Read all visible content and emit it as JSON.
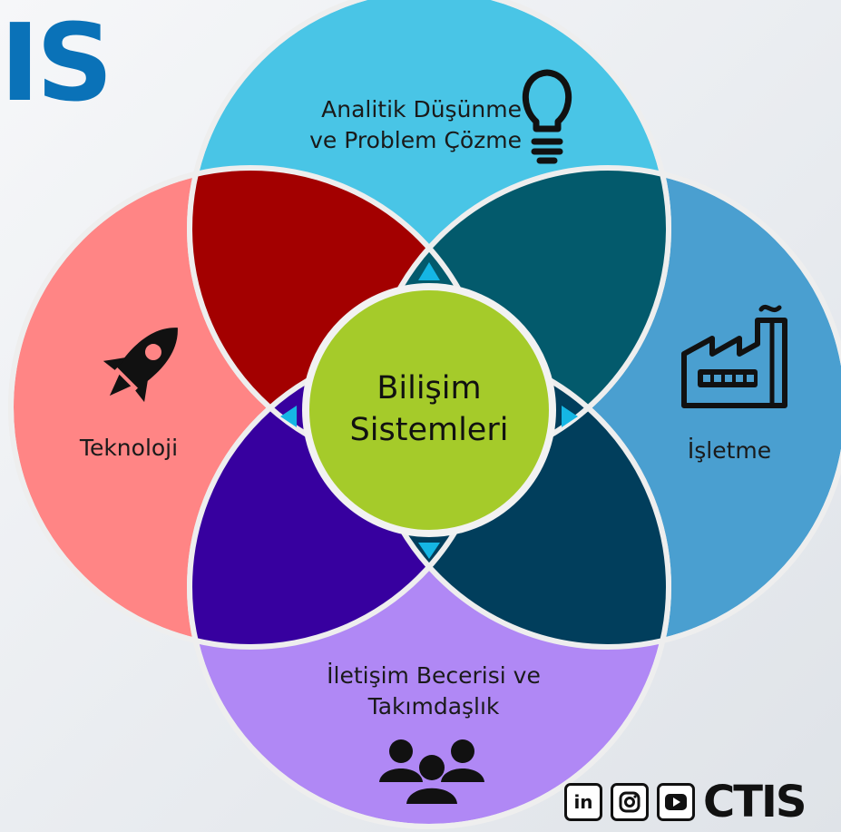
{
  "logo": {
    "text": "IS",
    "color": "#0a72b8"
  },
  "center": {
    "line1": "Bilişim",
    "line2": "Sistemleri",
    "color": "#a5cb2a"
  },
  "circles": {
    "top": {
      "line1": "Analitik Düşünme",
      "line2": "ve Problem Çözme",
      "color": "#49c5e6",
      "icon": "lightbulb-icon"
    },
    "left": {
      "label": "Teknoloji",
      "color": "#ff8585",
      "icon": "rocket-icon"
    },
    "right": {
      "label": "İşletme",
      "color": "#4a9fd0",
      "icon": "factory-icon"
    },
    "bottom": {
      "line1": "İletişim Becerisi ve",
      "line2": "Takımdaşlık",
      "color": "#b088f5",
      "icon": "team-icon"
    }
  },
  "overlaps": {
    "top_left": "#a30000",
    "top_right": "#035a6c",
    "bottom_left": "#37009f",
    "bottom_right": "#013e5c"
  },
  "footer": {
    "icons": [
      "linkedin-icon",
      "instagram-icon",
      "youtube-icon"
    ],
    "brand": "CTIS"
  }
}
